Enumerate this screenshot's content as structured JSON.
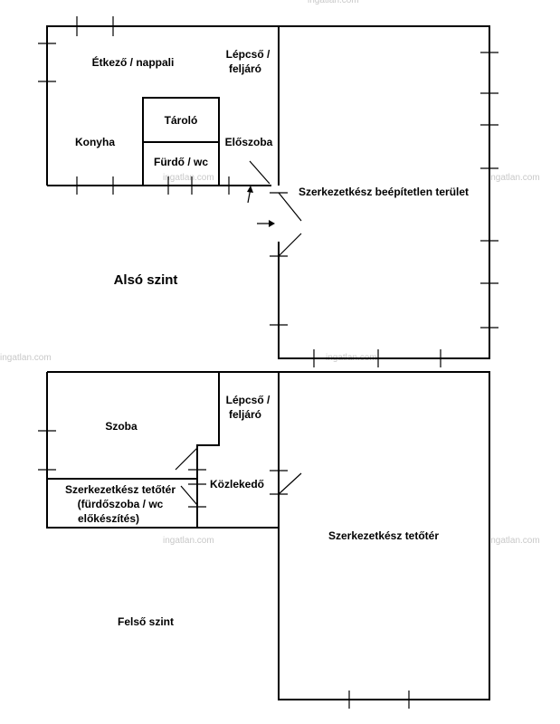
{
  "watermark": "ingatlan.com",
  "lower_floor": {
    "title": "Alsó szint",
    "rooms": {
      "dining_living": "Étkező / nappali",
      "stairs_line1": "Lépcső /",
      "stairs_line2": "feljáró",
      "storage": "Tároló",
      "kitchen": "Konyha",
      "hallway": "Előszoba",
      "bathroom": "Fürdő / wc",
      "unbuilt_area": "Szerkezetkész beépítetlen terület"
    }
  },
  "upper_floor": {
    "title": "Felső szint",
    "rooms": {
      "room": "Szoba",
      "stairs_line1": "Lépcső /",
      "stairs_line2": "feljáró",
      "attic_small_line1": "Szerkezetkész tetőtér",
      "attic_small_line2": "(fürdőszoba / wc",
      "attic_small_line3": "előkészítés)",
      "corridor": "Közlekedő",
      "attic_large": "Szerkezetkész tetőtér"
    }
  }
}
